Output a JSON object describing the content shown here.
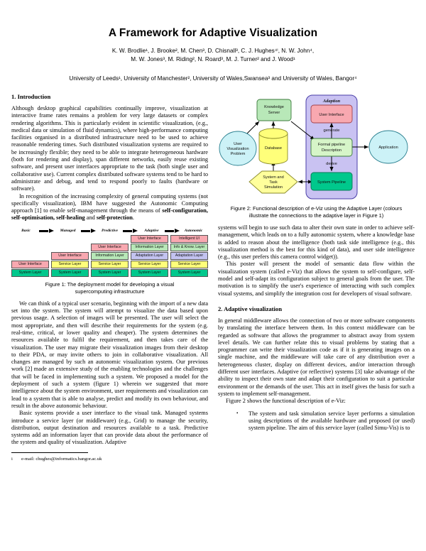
{
  "paper": {
    "title": "A Framework for Adaptive Visualization",
    "authors_line_1": "K. W. Brodlie¹, J. Brooke², M. Chen³, D. Chisnall³, C. J. Hughes⁴ⁱ, N. W. John⁴,",
    "authors_line_2": "M. W. Jones³, M. Riding², N. Roard³, M. J. Turner² and J. Wood¹",
    "affiliations": "University of Leeds¹, University of Manchester², University of Wales,Swansea³ and University of Wales, Bangor⁴"
  },
  "sections": {
    "introduction_heading": "1. Introduction",
    "adaptive_heading": "2. Adaptive visualization"
  },
  "left_column": {
    "para_1": "Although desktop graphical capabilities continually improve, visualization at interactive frame rates remains a problem for very large datasets or complex rendering algorithms. This is particularly evident in scientific visualization, (e.g., medical data or simulation of fluid dynamics), where high-performance computing facilities organised in a distributed infrastructure need to be used to achieve reasonable rendering times. Such distributed visualization systems are required to be increasingly flexible; they need to be able to integrate heterogeneous hardware (both for rendering and display), span different networks, easily reuse existing software, and present user interfaces appropriate to the task (both single user and collaborative use). Current complex distributed software systems tend to be hard to administrate and debug, and tend to respond poorly to faults (hardware or software).",
    "para_2_prefix": "In recognition of the increasing complexity of general computing systems (not specifically visualization), IBM have suggested the Autonomic Computing approach [1] to enable self-management through the means of ",
    "para_2_bold_1": "self-configuration, self-optimisation, self-healing",
    "para_2_mid": " and ",
    "para_2_bold_2": "self-protection",
    "para_2_suffix": ".",
    "para_3": "We can think of a typical user scenario, beginning with the import of a new data set into the system. The system will attempt to visualize the data based upon previous usage. A selection of images will be presented. The user will select the most appropriate, and then will describe their requirements for the system (e.g. real-time, critical, or lower quality and cheaper). The system determines the resources available to fulfil the requirement, and then takes care of the visualization. The user may migrate their visualization images from their desktop to their PDA, or may invite others to join in collaborative visualization. All changes are managed by such an autonomic visualization system. Our previous work [2] made an extensive study of the enabling technologies and the challenges that will be faced in implementing such a system. We proposed a model for the deployment of such a system (figure 1) wherein we suggested that more intelligence about the system environment, user requirements and visualization can lead to a system that is able to analyse, predict and modify its own behaviour, and result in the above autonomic behaviour.",
    "para_4": "Basic systems provide a user interface to the visual task. Managed systems introduce a service layer (or middleware) (e.g., Grid) to manage the security, distribution, output destination and resources available to a task. Predictive systems add an information layer that can provide data about the performance of the system and quality of visualization. Adaptive",
    "footnote_marker": "i",
    "footnote_text": "e-mail: chughes@informatics.bangor.ac.uk"
  },
  "right_column": {
    "para_1": "systems will begin to use such data to alter their own state in order to achieve self-management, which leads on to a fully autonomic system, where a knowledge base is added to reason about the intelligence (both task side intelligence (e.g., this visualization method is the best for this kind of data), and user side intelligence (e.g., this user prefers this camera control widget)).",
    "para_2": "This poster will present the model of semantic data flow within the visualization system (called e-Viz) that allows the system to self-configure, self-model and self-adapt its configuration subject to general goals from the user. The motivation is to simplify the user's experience of interacting with such complex visual systems, and simplify the integration cost for developers of visual software.",
    "para_3": "In general middleware allows the connection of two or more software components by translating the interface between them. In this context middleware can be regarded as software that allows the programmer to abstract away from system level details. We can further relate this to visual problems by stating that a programmer can write their visualization code as if it is generating images on a single machine, and the middleware will take care of any distribution over a heterogeneous cluster, display on different devices, and/or interaction through different user interfaces. Adaptive (or reflective) systems [3] take advantage of the ability to inspect their own state and adapt their configuration to suit a particular environment or the demands of the user. This act in itself gives the basis for such a system to implement self-management.",
    "para_4": "Figure 2 shows the functional description of e-Viz:",
    "bullet_1": "The system and task simulation service layer performs a simulation using descriptions of the available hardware and proposed (or used) system pipeline. The aim of this service layer (called Simu-Vis) is to"
  },
  "figure1": {
    "caption_line_1": "Figure 1: The deployment model for developing a visual",
    "caption_line_2": "supercomputing infrastructure",
    "stages": [
      "Basic",
      "Managed",
      "Predictive",
      "Adaptive",
      "Autonomic"
    ],
    "columns": [
      {
        "stage": "Basic",
        "layers": [
          {
            "label": "User Interface",
            "color": "#f8a8b0"
          },
          {
            "label": "System Layer",
            "color": "#00c88c"
          }
        ]
      },
      {
        "stage": "Managed",
        "layers": [
          {
            "label": "User Interface",
            "color": "#f8a8b0"
          },
          {
            "label": "Service Layer",
            "color": "#ffff7a"
          },
          {
            "label": "System Layer",
            "color": "#00c88c"
          }
        ]
      },
      {
        "stage": "Predictive",
        "layers": [
          {
            "label": "User Interface",
            "color": "#f8a8b0"
          },
          {
            "label": "Information Layer",
            "color": "#b8e8b8"
          },
          {
            "label": "Service Layer",
            "color": "#ffff7a"
          },
          {
            "label": "System Layer",
            "color": "#00c88c"
          }
        ]
      },
      {
        "stage": "Adaptive",
        "layers": [
          {
            "label": "User Interface",
            "color": "#f8a8b0"
          },
          {
            "label": "Information Layer",
            "color": "#b8e8b8"
          },
          {
            "label": "Adaptation Layer",
            "color": "#c3c3f0"
          },
          {
            "label": "Service Layer",
            "color": "#ffff7a"
          },
          {
            "label": "System Layer",
            "color": "#00c88c"
          }
        ]
      },
      {
        "stage": "Autonomic",
        "layers": [
          {
            "label": "Intelligent UI",
            "color": "#f8a8b0"
          },
          {
            "label": "Info & Know. Layer",
            "color": "#b8e8b8"
          },
          {
            "label": "Adaptation Layer",
            "color": "#c3c3f0"
          },
          {
            "label": "Service Layer",
            "color": "#ffff7a"
          },
          {
            "label": "System Layer",
            "color": "#00c88c"
          }
        ]
      }
    ]
  },
  "figure2": {
    "caption_line_1": "Figure 2: Functional description of e-Viz using the Adaptive Layer (colours",
    "caption_line_2": "illustrate the connections to the adaptive layer in Figure 1)",
    "panel_title": "Adaption",
    "nodes": {
      "user_visualization_problem": "User Visualization Problem",
      "knowledge_server": "Knowledge Server",
      "database": "Database",
      "system_and_task_simulation": "System and Task Simulation",
      "user_interface": "User Interface",
      "formal_pipeline_description": "Formal pipeline Description",
      "system_pipeline": "System Pipeline",
      "application": "Application"
    },
    "edge_labels": {
      "generate": "generate",
      "derive": "derive"
    },
    "colors": {
      "panel": "#c9c2f2",
      "user_interface": "#f8a8b0",
      "knowledge_server": "#b8e8b8",
      "formal_pipeline": "#d6f5c8",
      "system_pipeline": "#00c88c",
      "database": "#ffff7a",
      "simulation": "#ffff9c",
      "circle": "#ccf2f7"
    }
  }
}
